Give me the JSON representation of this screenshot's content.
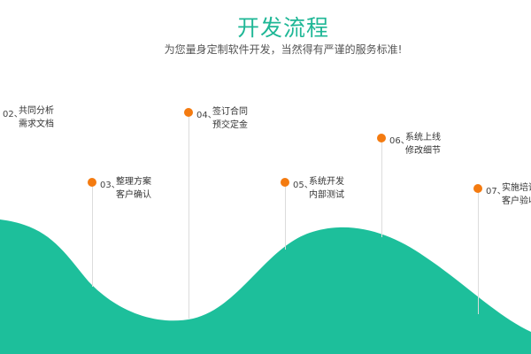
{
  "header": {
    "title": "开发流程",
    "subtitle": "为您量身定制软件开发，当然得有严谨的服务标准!"
  },
  "steps": [
    {
      "num": "02、",
      "line1": "共同分析",
      "line2": "需求文档"
    },
    {
      "num": "03、",
      "line1": "整理方案",
      "line2": "客户确认"
    },
    {
      "num": "04、",
      "line1": "签订合同",
      "line2": "预交定金"
    },
    {
      "num": "05、",
      "line1": "系统开发",
      "line2": "内部测试"
    },
    {
      "num": "06、",
      "line1": "系统上线",
      "line2": "修改细节"
    },
    {
      "num": "07、",
      "line1": "实施培训",
      "line2": "客户验收"
    }
  ],
  "colors": {
    "accent": "#1fb796",
    "wave": "#1dbf9b",
    "dot": "#f47b10"
  }
}
